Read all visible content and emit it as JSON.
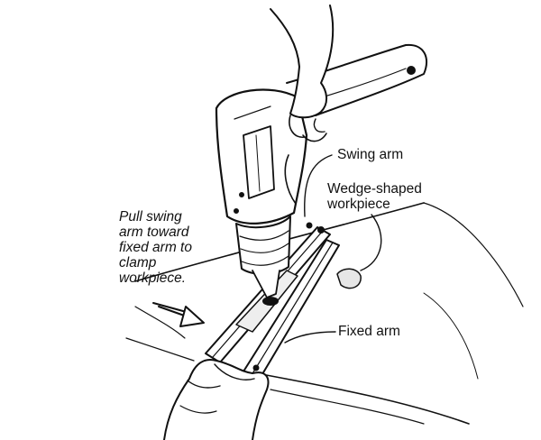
{
  "labels": {
    "swing_arm": "Swing arm",
    "wedge_workpiece": "Wedge-shaped\nworkpiece",
    "pull_instruction": "Pull swing\narm toward\nfixed arm to\nclamp\nworkpiece.",
    "fixed_arm": "Fixed arm"
  },
  "colors": {
    "ink": "#111111",
    "paper": "#ffffff",
    "shade": "#e6e6e6"
  },
  "icons": [
    "drill-icon",
    "hand-icon",
    "arrow-icon"
  ]
}
